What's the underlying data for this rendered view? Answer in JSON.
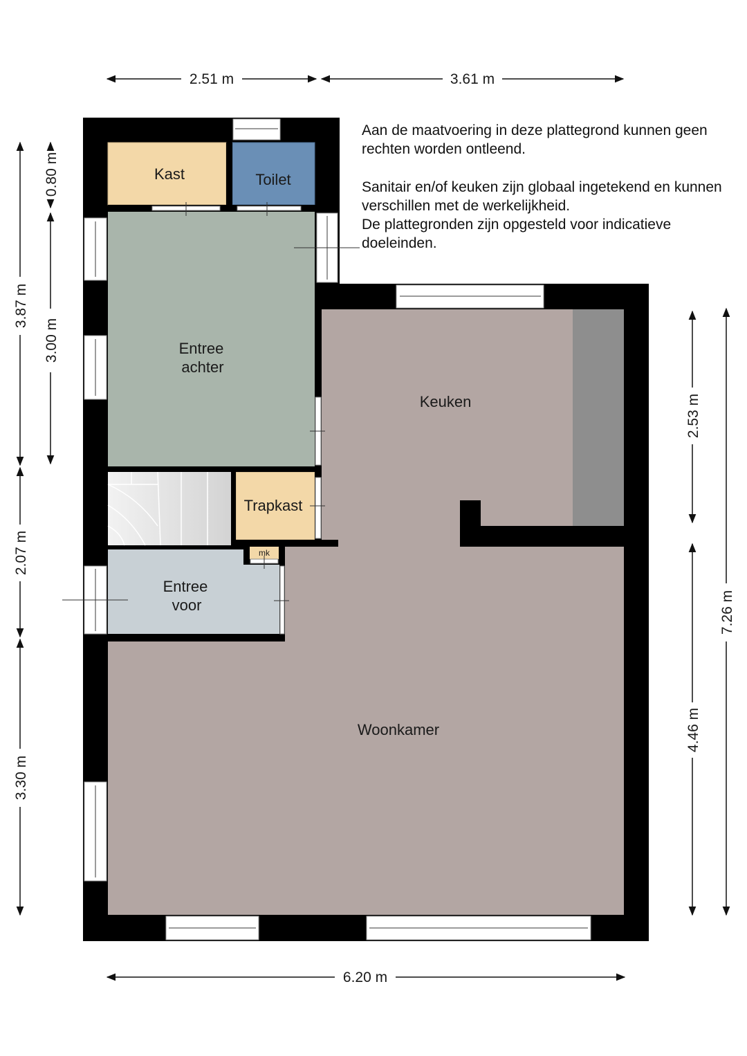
{
  "notes": {
    "disclaimer": "Aan de maatvoering in deze  plattegrond kunnen geen rechten worden ontleend.",
    "info": "Sanitair en/of keuken zijn globaal ingetekend en kunnen verschillen met de werkelijkheid.\nDe plattegronden zijn opgesteld voor indicatieve doeleinden."
  },
  "rooms": {
    "kast": "Kast",
    "toilet": "Toilet",
    "entree_achter": [
      "Entree",
      "achter"
    ],
    "keuken": "Keuken",
    "trapkast": "Trapkast",
    "mk": "mk",
    "entree_voor": [
      "Entree",
      "voor"
    ],
    "woonkamer": "Woonkamer"
  },
  "dimensions": {
    "top_left": "2.51 m",
    "top_right": "3.61 m",
    "bottom": "6.20 m",
    "left_outer_top": "3.87 m",
    "left_outer_middle": "2.07 m",
    "left_outer_bottom": "3.30 m",
    "left_inner_top": "0.80 m",
    "left_inner_middle": "3.00 m",
    "right_inner_top": "2.53 m",
    "right_inner_bottom": "4.46 m",
    "right_outer": "7.26 m"
  },
  "colors": {
    "wall": "#000000",
    "kast": "#f3d8a8",
    "toilet": "#6a8fb6",
    "entree_achter": "#a9b5ab",
    "keuken_woonkamer": "#b3a6a3",
    "entree_voor": "#c8d0d5",
    "counter": "#8e8e8e",
    "stairs": "#e5e5e5"
  }
}
